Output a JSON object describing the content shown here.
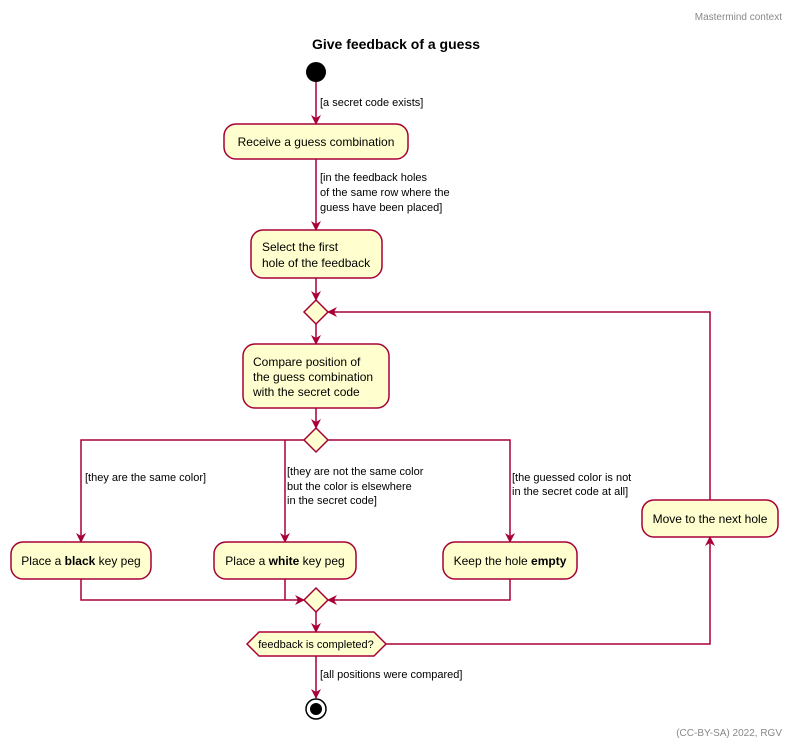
{
  "header": "Mastermind context",
  "footer": "(CC-BY-SA) 2022, RGV",
  "title": "Give feedback of a guess",
  "colors": {
    "border": "#A80036",
    "fill": "#FEFECE"
  },
  "guards": {
    "secret_exists": "[a secret code exists]",
    "in_feedback": [
      "[in the feedback holes",
      "of the same row where the",
      "guess have been placed]"
    ],
    "same_color": "[they are the same color]",
    "not_same": [
      "[they are not the same color",
      "but the color is elsewhere",
      "in the secret code]"
    ],
    "not_in_code": [
      "[the guessed color is not",
      "in the secret code at all]"
    ],
    "all_compared": "[all positions were compared]"
  },
  "activities": {
    "receive": "Receive a guess combination",
    "select": [
      "Select the first",
      "hole of the feedback"
    ],
    "compare": [
      "Compare position of",
      "the guess combination",
      "with the secret code"
    ],
    "black": {
      "pre": "Place a ",
      "bold": "black",
      "post": " key peg"
    },
    "white": {
      "pre": "Place a ",
      "bold": "white",
      "post": " key peg"
    },
    "empty": {
      "pre": "Keep the hole ",
      "bold": "empty"
    },
    "move": "Move to the next hole"
  },
  "decision": "feedback is completed?"
}
